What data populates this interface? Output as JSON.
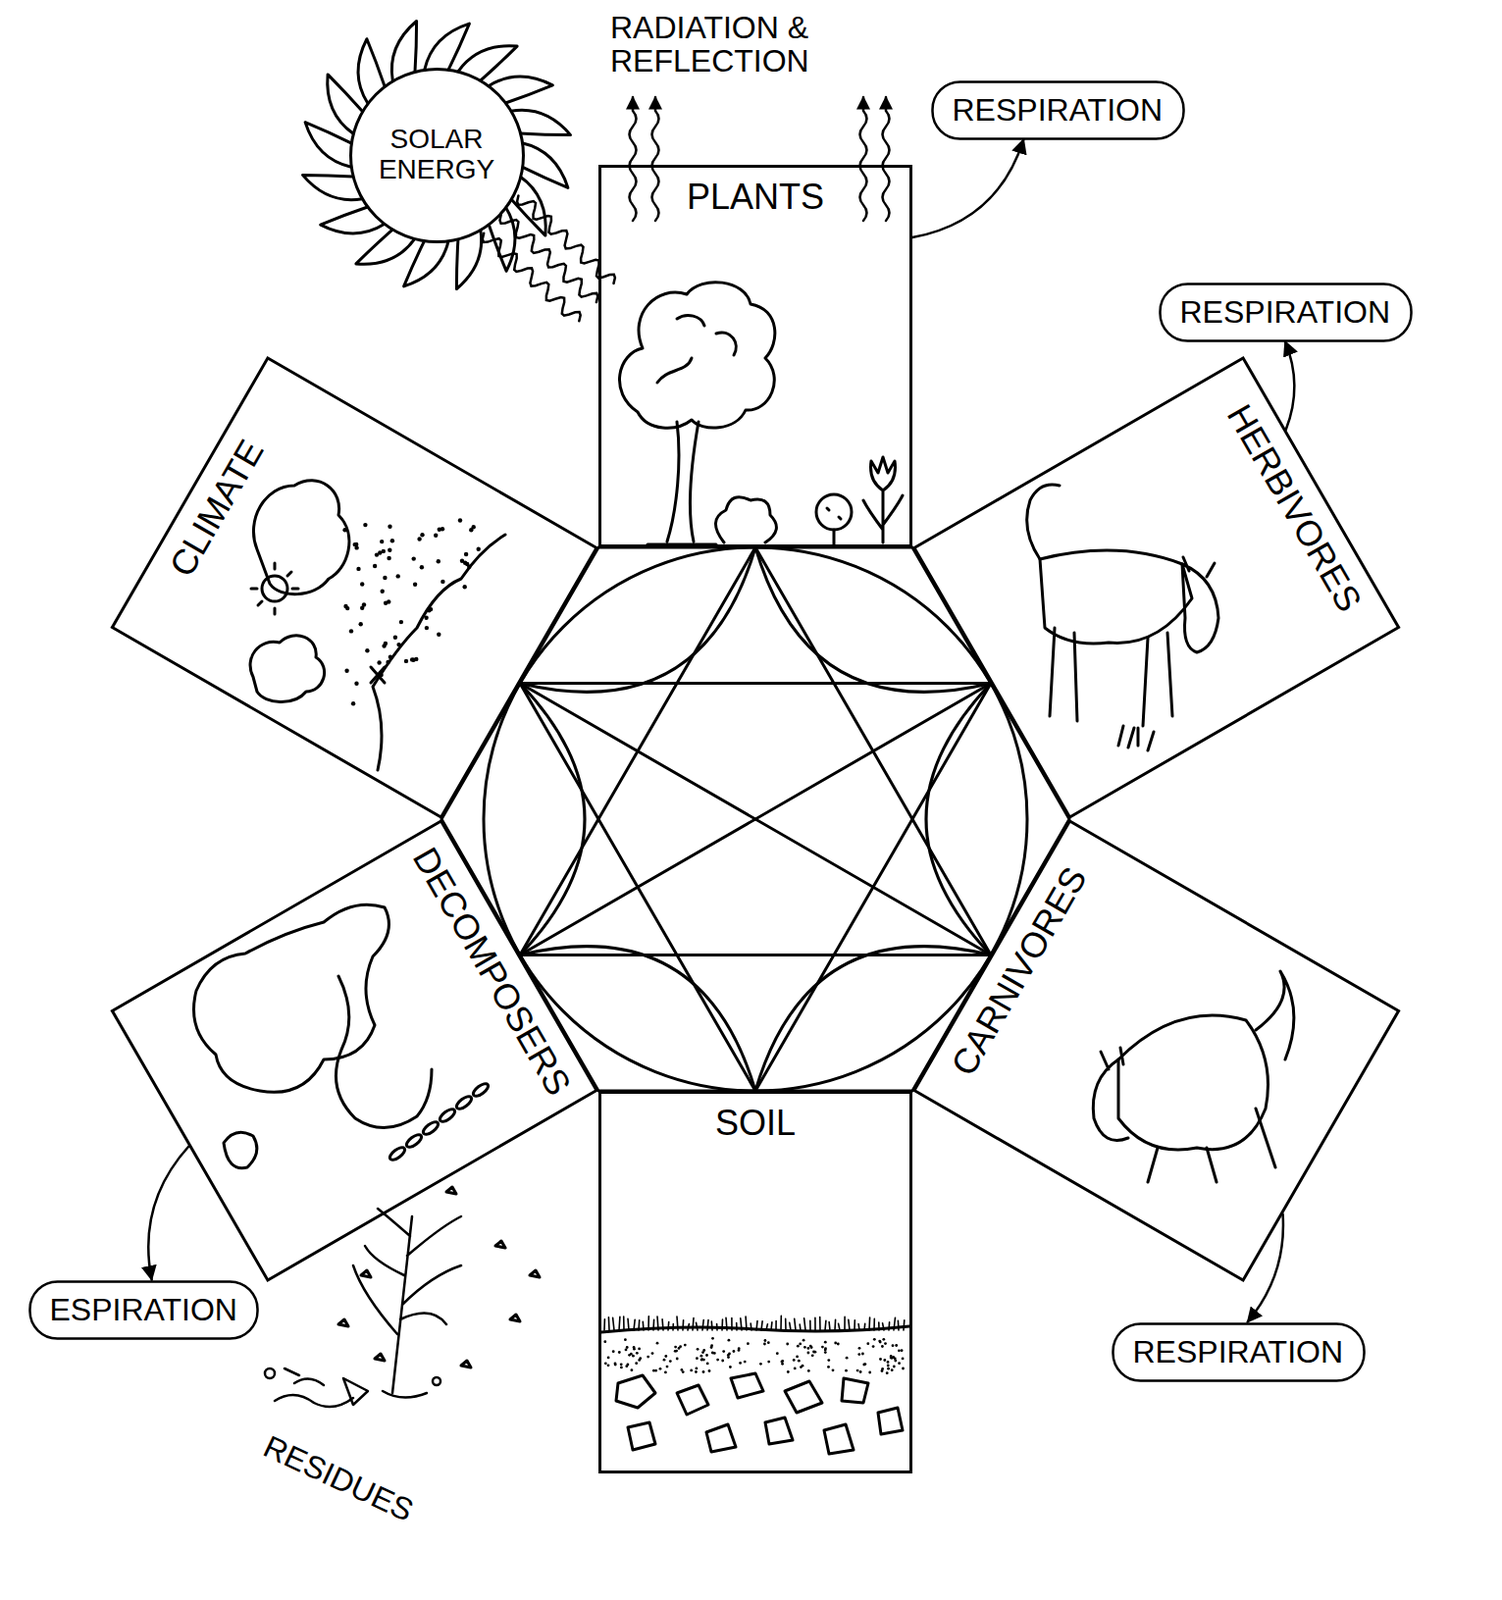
{
  "diagram": {
    "nodes": [
      {
        "text": [
          "SOLAR ENERGY"
        ]
      },
      {
        "text": [
          "RESPIRATION"
        ]
      },
      {
        "text": [
          "PLANTS"
        ]
      },
      {
        "text": [
          "RESPIRATION"
        ]
      },
      {
        "text": [
          "HERBIVORES"
        ]
      },
      {
        "text": [
          "CLIMATE"
        ]
      },
      {
        "text": [
          "DECOMPOSERS"
        ]
      },
      {
        "text": [
          "CARNIVORES"
        ]
      },
      {
        "text": [
          "SOIL"
        ]
      },
      {
        "text": [
          "ESPIRATION"
        ]
      },
      {
        "text": [
          "RESPIRATION"
        ]
      }
    ],
    "edges": [
      {
        "from": 0,
        "to": 2,
        "arrow": "none"
      },
      {
        "from": 2,
        "to": 1,
        "arrow": "to"
      },
      {
        "from": 4,
        "to": 3,
        "arrow": "to"
      },
      {
        "from": 7,
        "to": 10,
        "arrow": "to"
      },
      {
        "from": 6,
        "to": 9,
        "arrow": "to"
      }
    ],
    "labels": [
      "RADIATION & REFLECTION",
      "RESIDUES"
    ]
  }
}
